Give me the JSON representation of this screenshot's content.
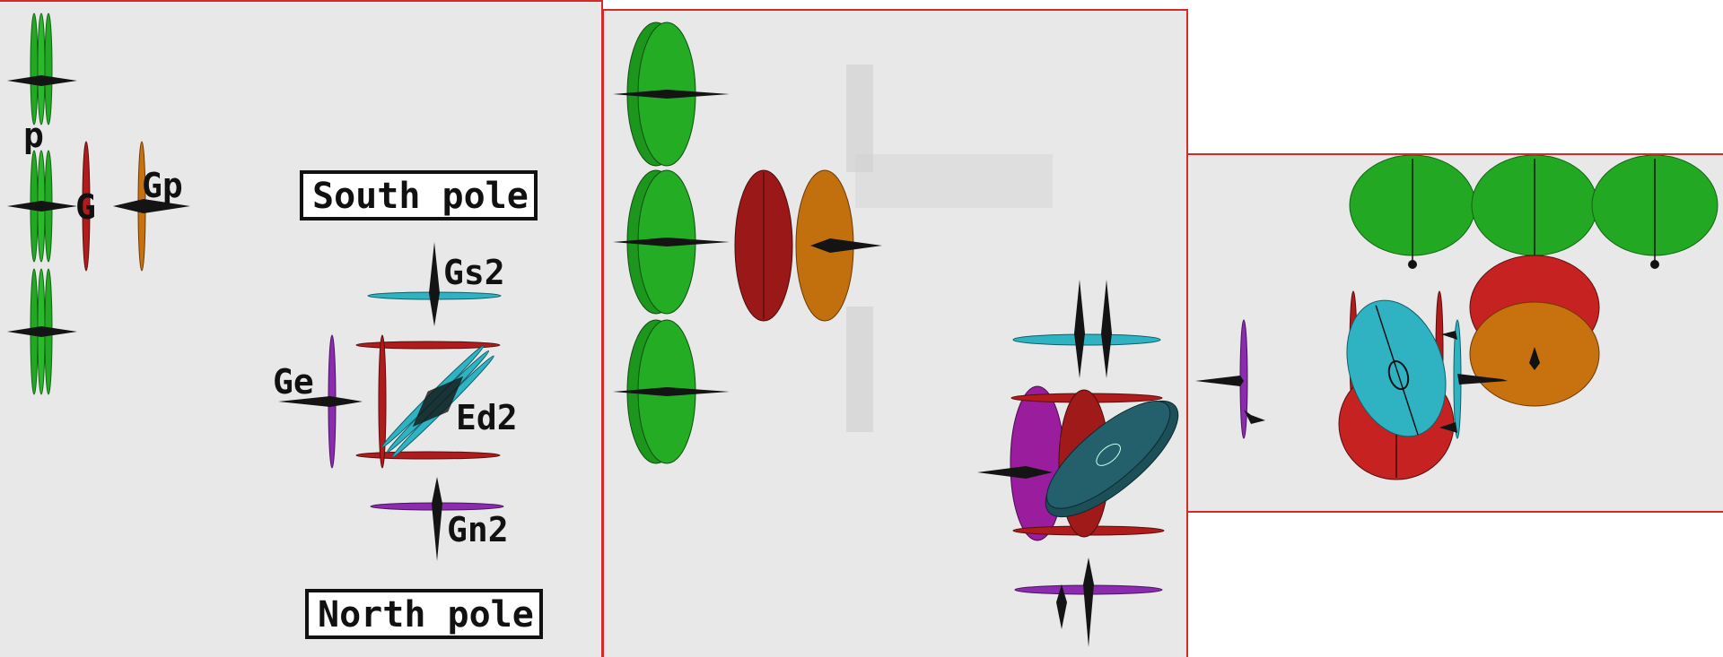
{
  "labels": {
    "p": "p",
    "G": "G",
    "Gp": "Gp",
    "Gs2": "Gs2",
    "Ge": "Ge",
    "Ed2": "Ed2",
    "Gn2": "Gn2",
    "south_pole": "South pole",
    "north_pole": "North pole"
  },
  "colors": {
    "green": "#22a822",
    "red": "#b01c1c",
    "orange": "#c8720f",
    "cyan": "#2fb3c3",
    "purple": "#8a2bb0",
    "magenta": "#a21fa8",
    "spike": "#141414",
    "panel_bg": "#e8e8e8",
    "frame": "#d42a2a"
  },
  "icons": [
    "disk-shape",
    "spike-shape"
  ]
}
